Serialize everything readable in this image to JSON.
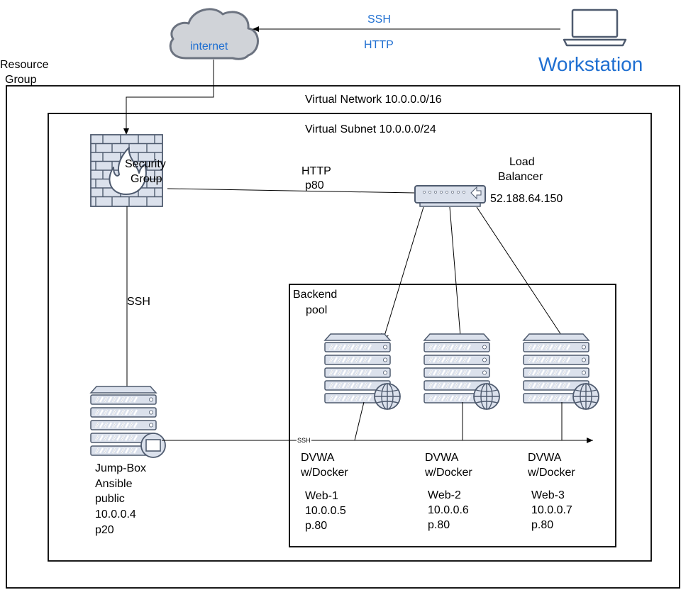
{
  "cloud": {
    "label": "internet"
  },
  "workstation": {
    "label": "Workstation"
  },
  "top_edges": {
    "ssh": "SSH",
    "http": "HTTP"
  },
  "resource_group": {
    "label_1": "Resource",
    "label_2": "Group"
  },
  "vnet": {
    "label": "Virtual Network 10.0.0.0/16"
  },
  "subnet": {
    "label": "Virtual Subnet 10.0.0.0/24"
  },
  "security_group": {
    "label_1": "Security",
    "label_2": "Group"
  },
  "sg_to_lb": {
    "label_1": "HTTP",
    "label_2": "p80"
  },
  "load_balancer": {
    "label_1": "Load",
    "label_2": "Balancer",
    "ip": "52.188.64.150"
  },
  "sg_to_jump": {
    "label": "SSH"
  },
  "backend_pool": {
    "label_1": "Backend",
    "label_2": "pool"
  },
  "jump_box": {
    "lines": [
      "Jump-Box",
      "Ansible",
      "public",
      "10.0.0.4",
      "p20"
    ]
  },
  "ssh_bus": {
    "label": "SSH"
  },
  "servers": [
    {
      "app_1": "DVWA",
      "app_2": "w/Docker",
      "name": "Web-1",
      "ip": "10.0.0.5",
      "port": "p.80"
    },
    {
      "app_1": "DVWA",
      "app_2": "w/Docker",
      "name": "Web-2",
      "ip": "10.0.0.6",
      "port": "p.80"
    },
    {
      "app_1": "DVWA",
      "app_2": "w/Docker",
      "name": "Web-3",
      "ip": "10.0.0.7",
      "port": "p.80"
    }
  ],
  "colors": {
    "icon_fill": "#dbe1ec",
    "icon_stroke": "#4f5b6f",
    "accent_blue": "#1f6fd1",
    "cloud_fill": "#d0d3d8"
  }
}
